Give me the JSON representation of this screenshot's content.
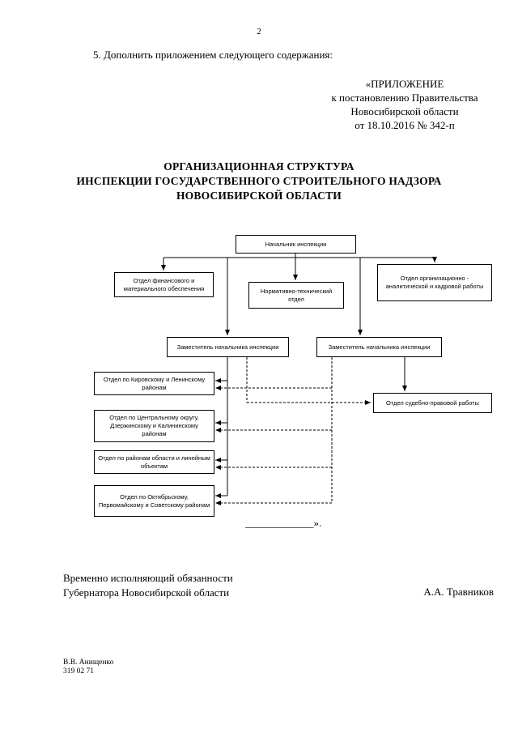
{
  "page": {
    "number": "2",
    "paragraph": "5. Дополнить приложением следующего содержания:",
    "annex": {
      "line1": "«ПРИЛОЖЕНИЕ",
      "line2": "к постановлению Правительства",
      "line3": "Новосибирской области",
      "line4": "от 18.10.2016 № 342-п"
    },
    "title": {
      "line1": "ОРГАНИЗАЦИОННАЯ СТРУКТУРА",
      "line2": "ИНСПЕКЦИИ ГОСУДАРСТВЕННОГО СТРОИТЕЛЬНОГО НАДЗОРА",
      "line3": "НОВОСИБИРСКОЙ ОБЛАСТИ"
    },
    "closing": "_____________».",
    "signature": {
      "line1": "Временно исполняющий обязанности",
      "line2": "Губернатора Новосибирской области",
      "name": "А.А. Травников"
    },
    "footer": {
      "line1": "В.В. Анищенко",
      "line2": "319 02 71"
    }
  },
  "chart": {
    "boxes": {
      "head": "Начальник инспекции",
      "finance": "Отдел финансового и материального обеспечения",
      "normative": "Нормативно-технический отдел",
      "org": "Отдел организационно - аналитической и кадровой работы",
      "deputy1": "Заместитель начальника инспекции",
      "deputy2": "Заместитель начальника инспекции",
      "kirov": "Отдел по Кировскому и Ленинскому районам",
      "central": "Отдел по Центральному округу, Дзержинскому и Калининскому районам",
      "districts": "Отдел по районам области и линейным объектам",
      "october": "Отдел по Октябрьскому, Первомайскому и Советскому районам",
      "legal": "Отдел судебно-правовой работы"
    }
  }
}
